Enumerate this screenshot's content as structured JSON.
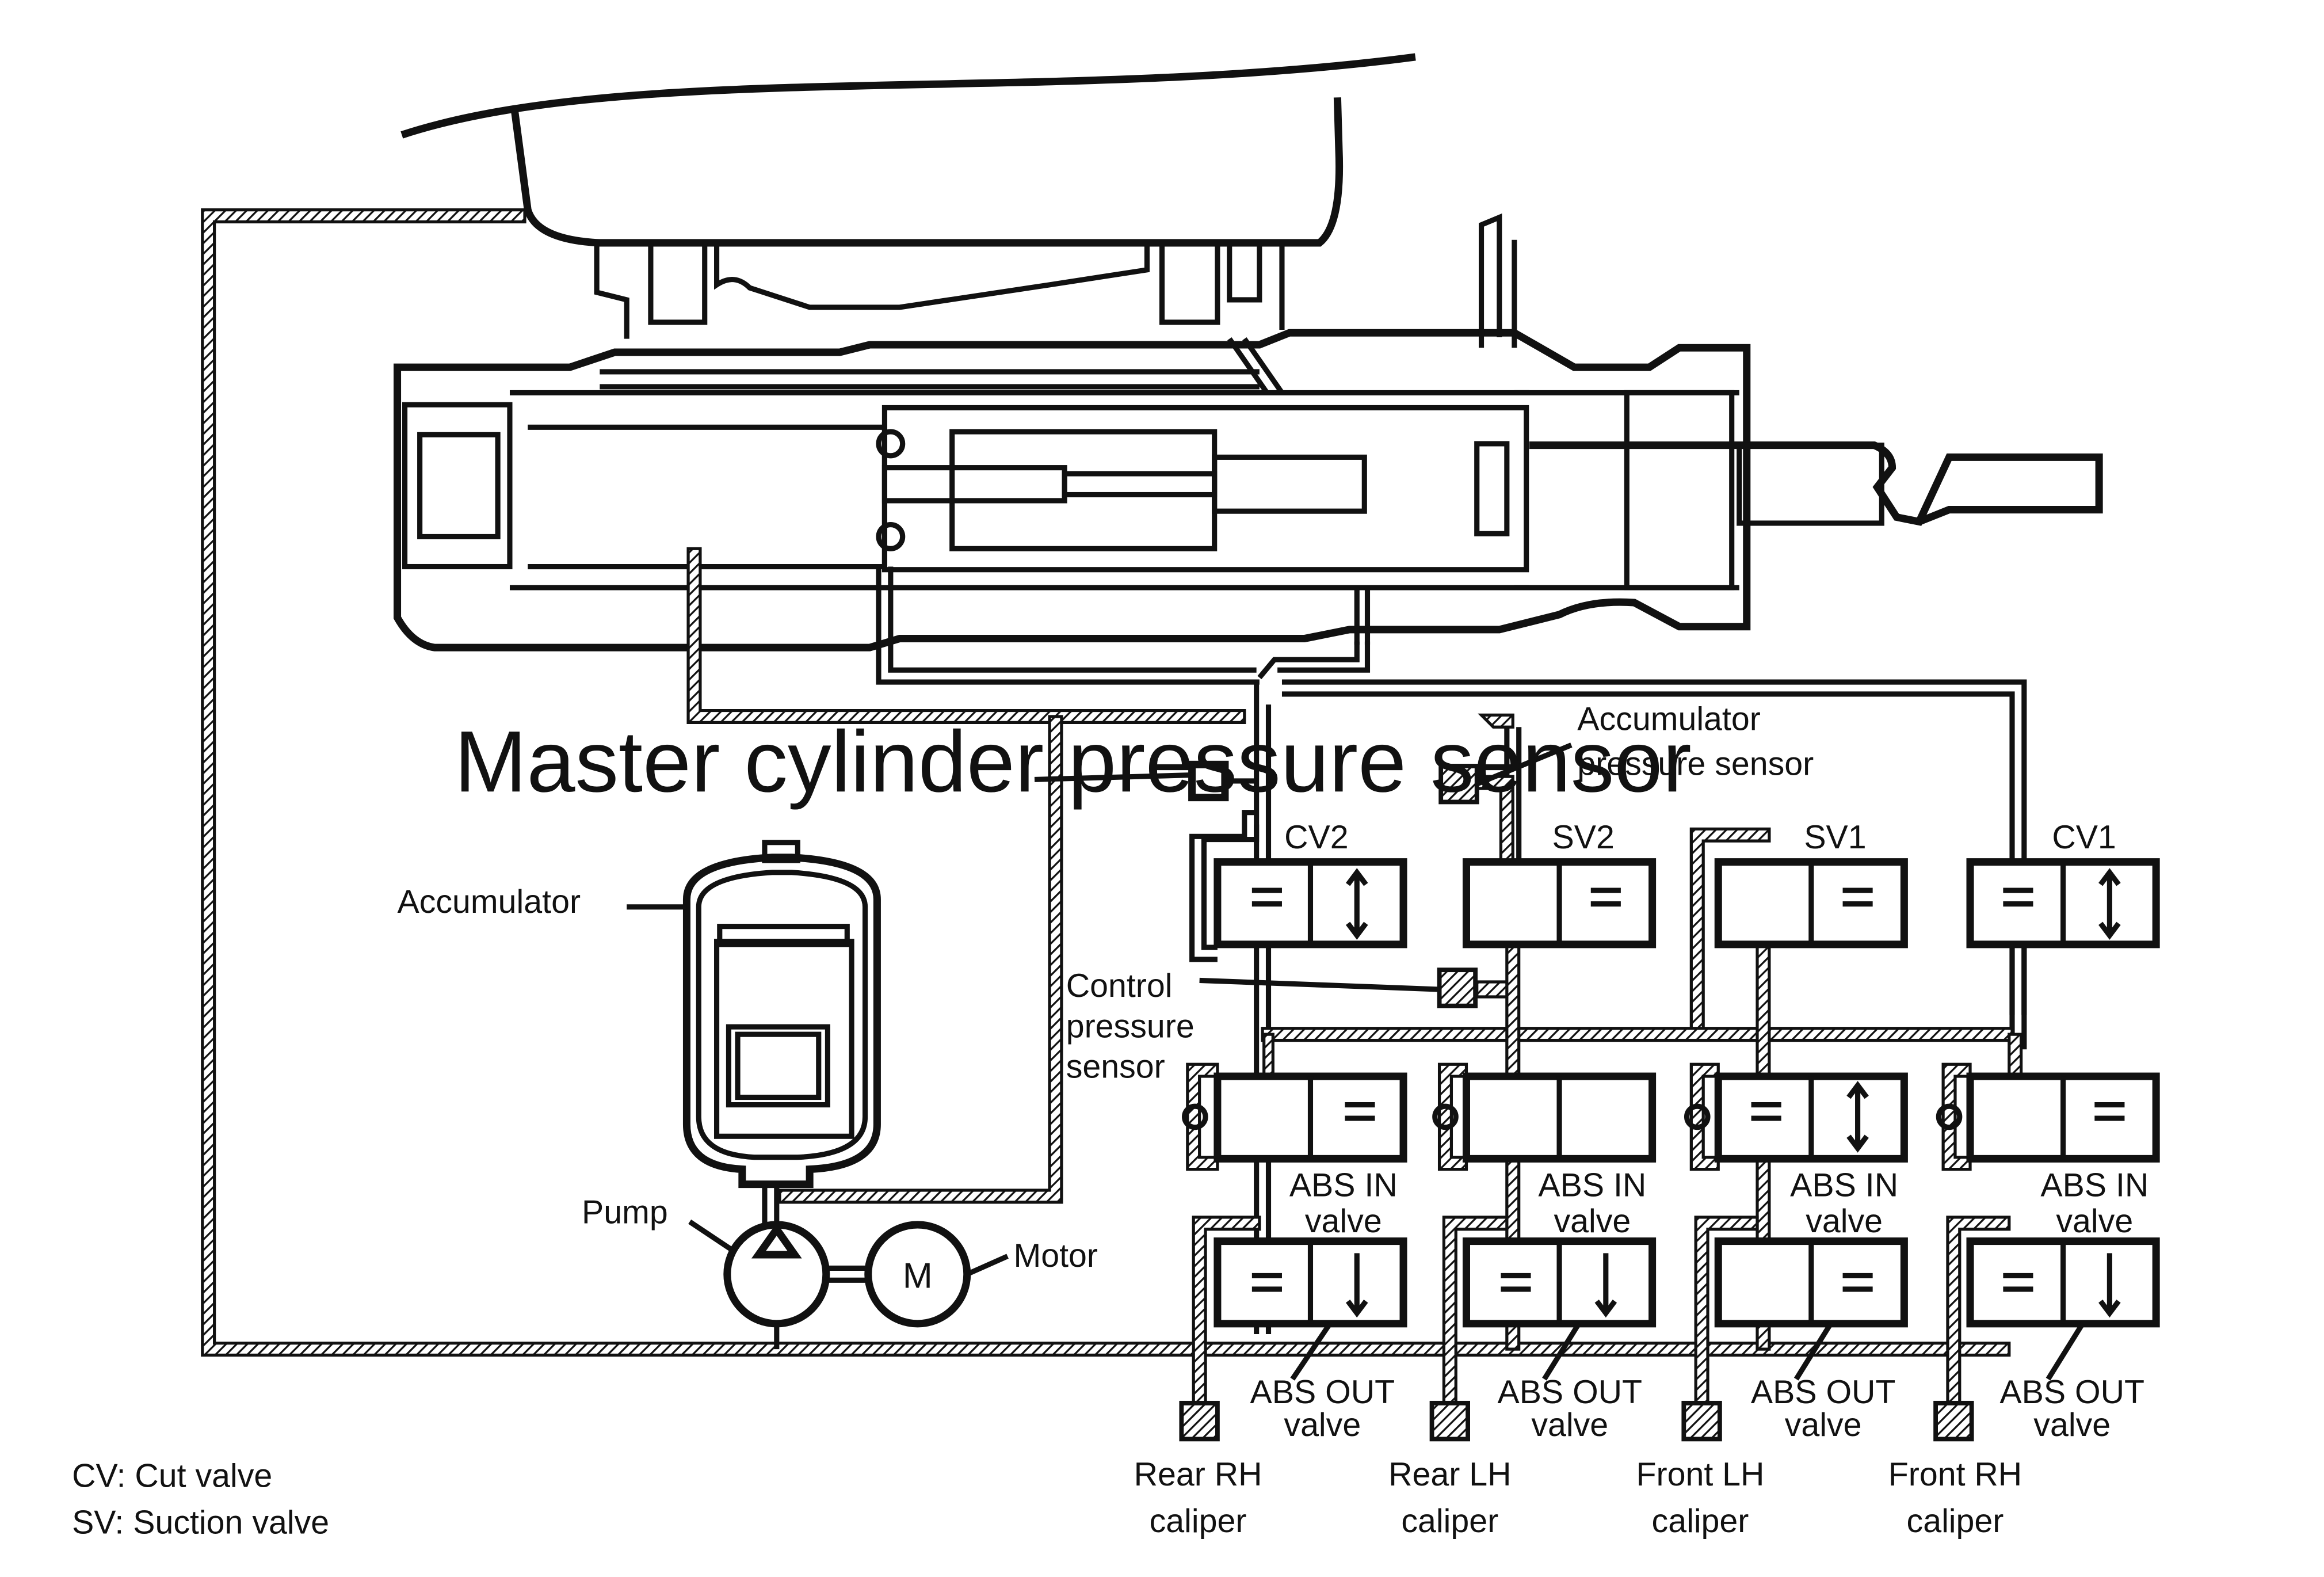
{
  "labels": {
    "master_cylinder_pressure_sensor": "Master cylinder pressure sensor",
    "accumulator_pressure_sensor_line1": "Accumulator",
    "accumulator_pressure_sensor_line2": "pressure sensor",
    "accumulator": "Accumulator",
    "control_pressure_sensor_line1": "Control",
    "control_pressure_sensor_line2": "pressure",
    "control_pressure_sensor_line3": "sensor",
    "pump": "Pump",
    "motor": "Motor",
    "motor_symbol": "M"
  },
  "valves": {
    "cv2": "CV2",
    "sv2": "SV2",
    "sv1": "SV1",
    "cv1": "CV1"
  },
  "abs_in": {
    "line1": "ABS IN",
    "line2": "valve"
  },
  "abs_out": {
    "line1": "ABS OUT",
    "line2": "valve"
  },
  "calipers": [
    {
      "line1": "Rear RH",
      "line2": "caliper"
    },
    {
      "line1": "Rear LH",
      "line2": "caliper"
    },
    {
      "line1": "Front LH",
      "line2": "caliper"
    },
    {
      "line1": "Front RH",
      "line2": "caliper"
    }
  ],
  "legend": {
    "cv": "CV: Cut valve",
    "sv": "SV: Suction valve"
  }
}
